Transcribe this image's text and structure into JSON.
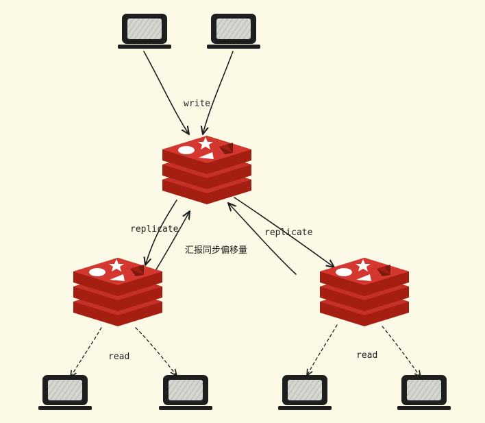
{
  "labels": {
    "write": "write",
    "replicate_left": "replicate",
    "replicate_right": "replicate",
    "report_offset": "汇报同步偏移量",
    "read_left": "read",
    "read_right": "read"
  },
  "nodes": {
    "clients_write": [
      "laptop-icon",
      "laptop-icon"
    ],
    "master": "redis-icon",
    "replicas": [
      "redis-icon",
      "redis-icon"
    ],
    "clients_read": [
      "laptop-icon",
      "laptop-icon",
      "laptop-icon",
      "laptop-icon"
    ]
  },
  "colors": {
    "background": "#fdf9e7",
    "redis_top": "#c6302b",
    "redis_side": "#a41e11",
    "redis_shadow": "#7a1b12",
    "laptop_body": "#1e1e1e",
    "laptop_screen": "#d6d6d0",
    "line": "#1e1e1e"
  }
}
